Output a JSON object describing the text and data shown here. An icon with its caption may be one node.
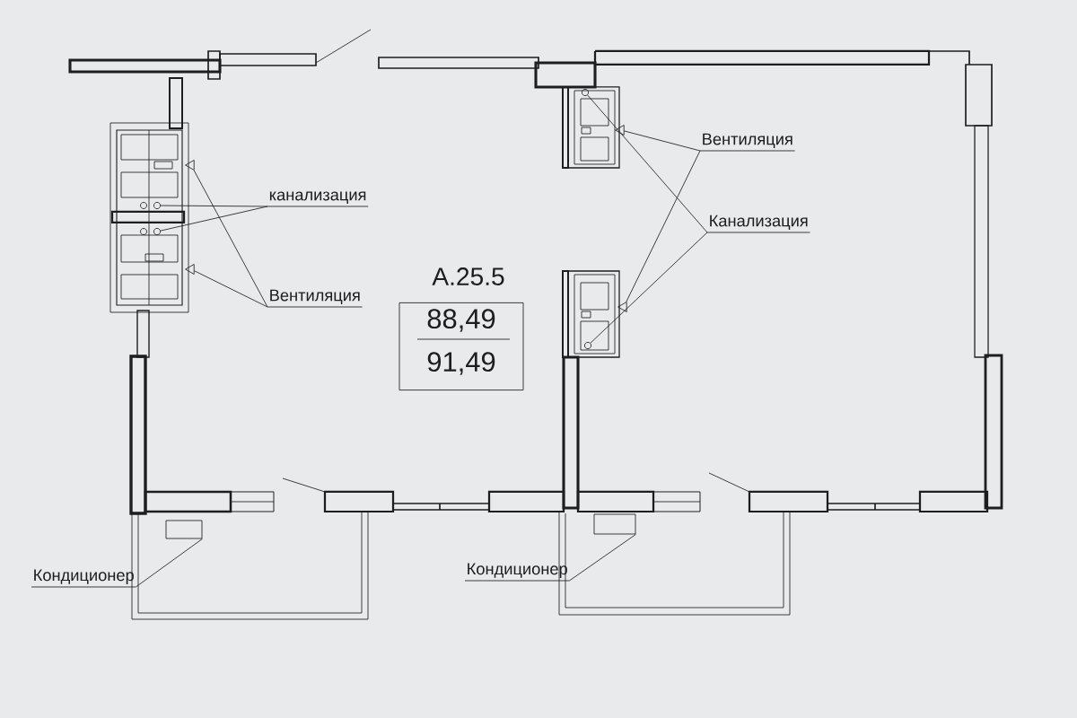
{
  "diagram": {
    "nodes": [
      {
        "text": [
          "канализация"
        ]
      },
      {
        "text": [
          "Вентиляция"
        ]
      },
      {
        "text": [
          "Вентиляция"
        ]
      },
      {
        "text": [
          "Канализация"
        ]
      },
      {
        "text": [
          "Кондиционер"
        ]
      },
      {
        "text": [
          "Кондиционер"
        ]
      },
      {
        "text": [
          "А.25.5",
          "88,49",
          "91,49"
        ]
      },
      {
        "text": [],
        "shape": "circle"
      },
      {
        "text": [],
        "shape": "circle"
      },
      {
        "text": [],
        "shape": "triangle"
      },
      {
        "text": [],
        "shape": "triangle"
      },
      {
        "text": [],
        "shape": "triangle"
      },
      {
        "text": [],
        "shape": "circle"
      },
      {
        "text": [],
        "shape": "triangle"
      },
      {
        "text": [],
        "shape": "circle"
      },
      {
        "text": [],
        "shape": "box"
      },
      {
        "text": [],
        "shape": "box"
      }
    ],
    "edges": [
      {
        "from": 0,
        "to": 7,
        "arrow": "none"
      },
      {
        "from": 0,
        "to": 8,
        "arrow": "none"
      },
      {
        "from": 1,
        "to": 9,
        "arrow": "none"
      },
      {
        "from": 1,
        "to": 10,
        "arrow": "none"
      },
      {
        "from": 2,
        "to": 11,
        "arrow": "none"
      },
      {
        "from": 2,
        "to": 13,
        "arrow": "none"
      },
      {
        "from": 3,
        "to": 12,
        "arrow": "none"
      },
      {
        "from": 3,
        "to": 14,
        "arrow": "none"
      },
      {
        "from": 4,
        "to": 15,
        "arrow": "none"
      },
      {
        "from": 5,
        "to": 16,
        "arrow": "none"
      }
    ]
  }
}
